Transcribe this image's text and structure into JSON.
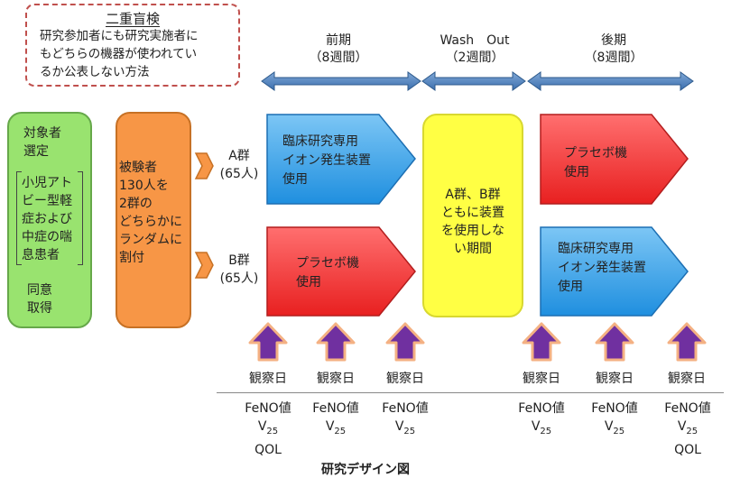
{
  "note": {
    "title": "二重盲検",
    "line1": "研究参加者にも研究実施者に",
    "line2": "もどちらの機器が使われてい",
    "line3": "るか公表しない方法"
  },
  "phases": {
    "first": {
      "title": "前期",
      "duration": "（8週間）"
    },
    "washout": {
      "title": "Wash　Out",
      "duration": "（2週間）"
    },
    "second": {
      "title": "後期",
      "duration": "（8週間）"
    }
  },
  "subjects": {
    "l1": "対象者",
    "l2": "選定",
    "b1": "小児アト",
    "b2": "ビー型軽",
    "b3": "症および",
    "b4": "中症の喘",
    "b5": "息患者",
    "c1": "同意",
    "c2": "取得"
  },
  "randomize": {
    "l1": "被験者",
    "l2": "130人を",
    "l3": "2群の",
    "l4": "どちらかに",
    "l5": "ランダムに",
    "l6": "割付"
  },
  "groups": {
    "a_name": "A群",
    "a_count": "(65人)",
    "b_name": "B群",
    "b_count": "(65人)"
  },
  "arrows": {
    "a_first": {
      "l1": "臨床研究専用",
      "l2": "イオン発生装置",
      "l3": "使用"
    },
    "b_first": {
      "l1": "プラセボ機",
      "l2": "使用"
    },
    "a_second": {
      "l1": "プラセボ機",
      "l2": "使用"
    },
    "b_second": {
      "l1": "臨床研究専用",
      "l2": "イオン発生装置",
      "l3": "使用"
    }
  },
  "washout_box": {
    "l1": "A群、B群",
    "l2": "ともに装置",
    "l3": "を使用しな",
    "l4": "い期間"
  },
  "observations": {
    "label": "観察日",
    "feno": "FeNO値",
    "v": "V",
    "v_sub": "25",
    "qol": "QOL"
  },
  "caption": "研究デザイン図",
  "colors": {
    "blue": "#2f9ee8",
    "red": "#f13a3a",
    "green": "#99e36f",
    "orange": "#f79646",
    "yellow": "#ffff44",
    "purple": "#7030a0",
    "peach": "#f4b183",
    "steel": "#4f81bd"
  }
}
